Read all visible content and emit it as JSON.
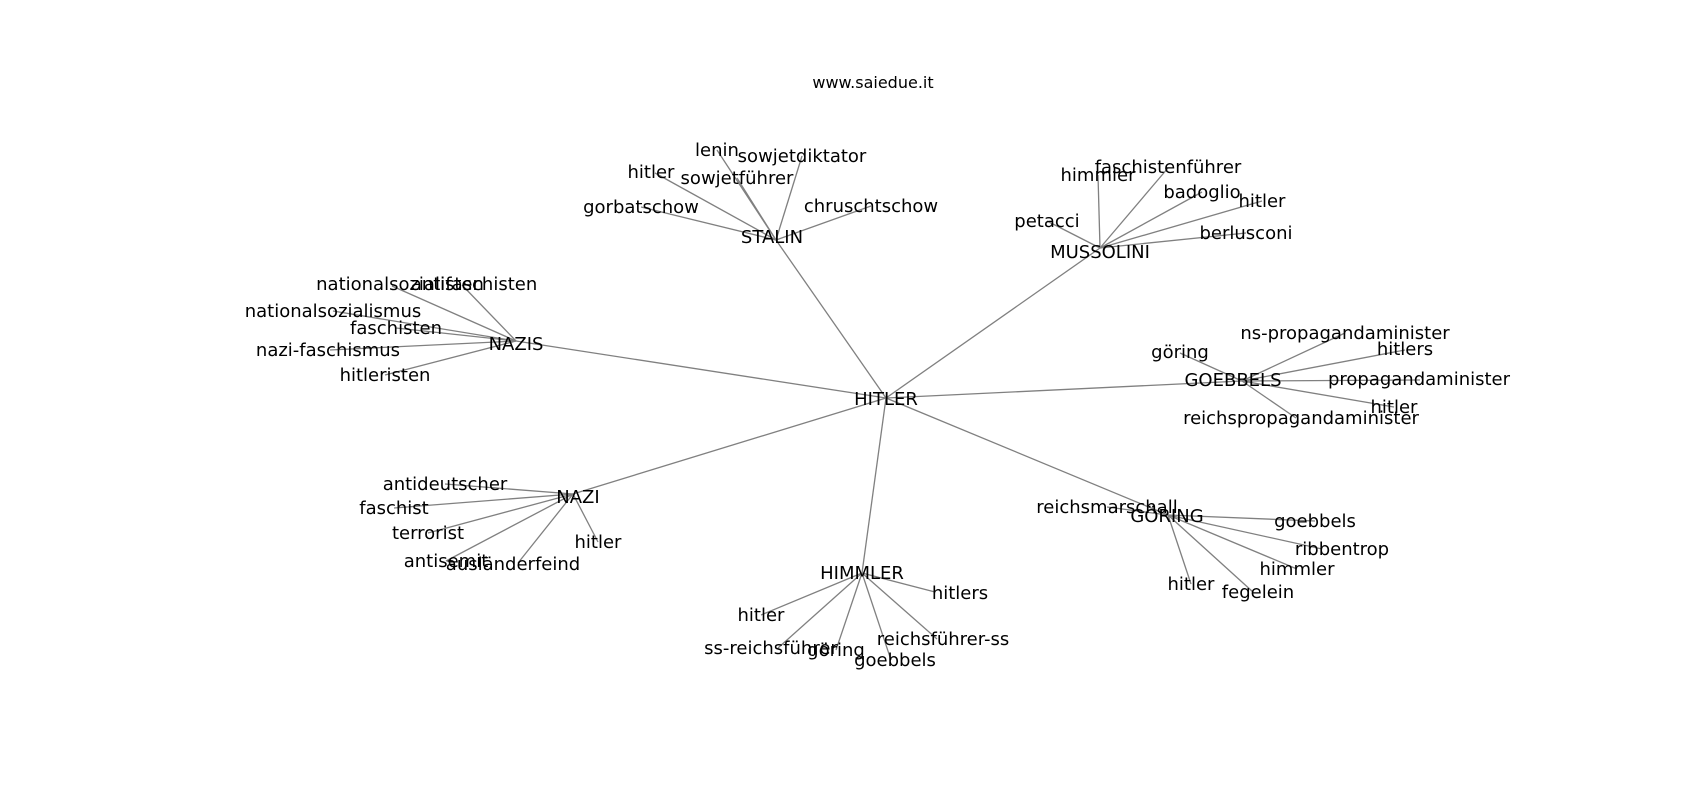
{
  "credit": "www.saiedue.it",
  "center": {
    "label": "HITLER"
  },
  "hubs": [
    {
      "label": "STALIN",
      "children": [
        "lenin",
        "sowjetdiktator",
        "hitler",
        "sowjetführer",
        "gorbatschow",
        "chruschtschow"
      ]
    },
    {
      "label": "MUSSOLINI",
      "children": [
        "himmler",
        "faschistenführer",
        "badoglio",
        "hitler",
        "petacci",
        "berlusconi"
      ]
    },
    {
      "label": "NAZIS",
      "children": [
        "nationalsozialisten",
        "antifaschisten",
        "nationalsozialismus",
        "faschisten",
        "nazi-faschismus",
        "hitleristen"
      ]
    },
    {
      "label": "GOEBBELS",
      "children": [
        "ns-propagandaminister",
        "göring",
        "hitlers",
        "propagandaminister",
        "hitler",
        "reichspropagandaminister"
      ]
    },
    {
      "label": "NAZI",
      "children": [
        "antideutscher",
        "faschist",
        "terrorist",
        "antisemit",
        "ausländerfeind",
        "hitler"
      ]
    },
    {
      "label": "HIMMLER",
      "children": [
        "hitlers",
        "hitler",
        "reichsführer-ss",
        "ss-reichsführer",
        "göring",
        "goebbels"
      ]
    },
    {
      "label": "GÖRING",
      "children": [
        "reichsmarschall",
        "goebbels",
        "ribbentrop",
        "himmler",
        "hitler",
        "fegelein"
      ]
    }
  ]
}
